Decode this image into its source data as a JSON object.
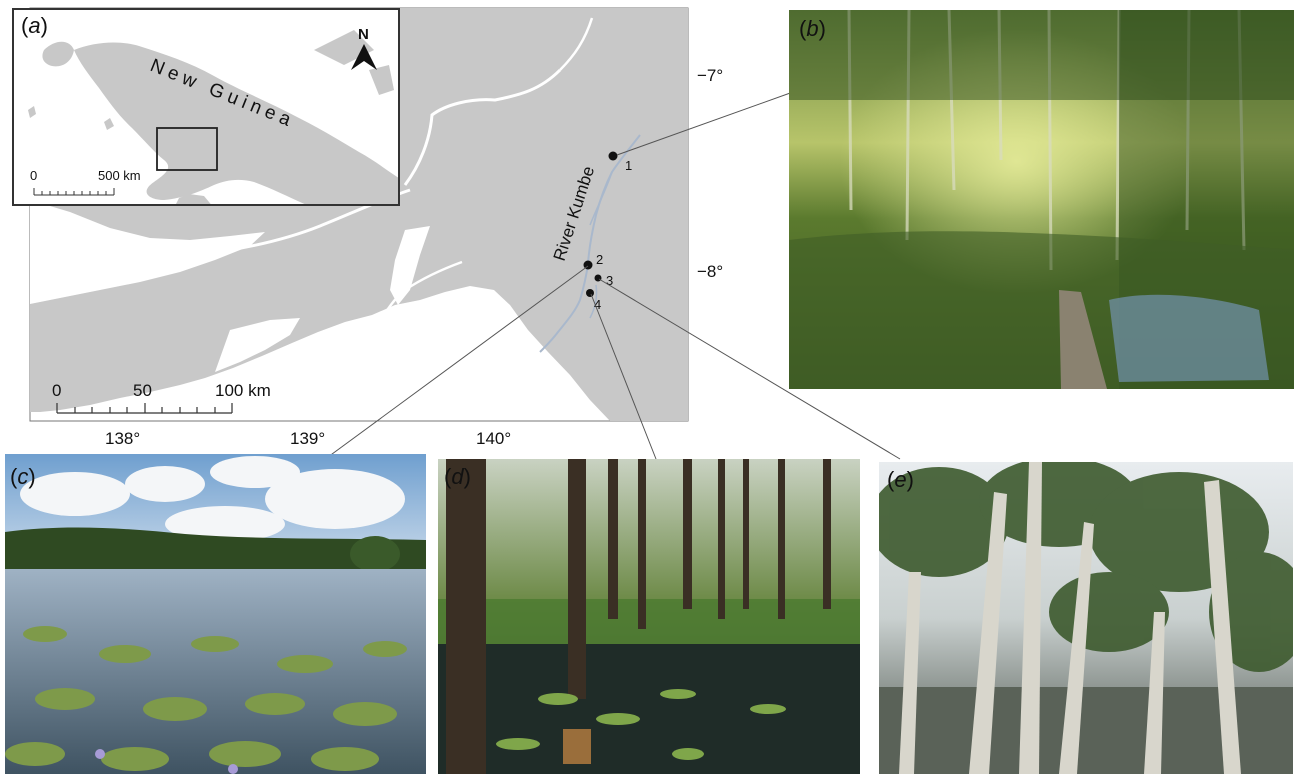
{
  "panels": {
    "a": {
      "label_open": "(",
      "label_letter": "a",
      "label_close": ")"
    },
    "b": {
      "label_open": "(",
      "label_letter": "b",
      "label_close": ")"
    },
    "c": {
      "label_open": "(",
      "label_letter": "c",
      "label_close": ")"
    },
    "d": {
      "label_open": "(",
      "label_letter": "d",
      "label_close": ")"
    },
    "e": {
      "label_open": "(",
      "label_letter": "e",
      "label_close": ")"
    }
  },
  "inset": {
    "region_label": "New Guinea",
    "north_label": "N",
    "scale_start": "0",
    "scale_end": "500 km"
  },
  "main_map": {
    "river_label": "River Kumbe",
    "latitudes": [
      "−7°",
      "−8°"
    ],
    "longitudes": [
      "138°",
      "139°",
      "140°"
    ],
    "scale_labels": [
      "0",
      "50",
      "100 km"
    ],
    "sites": [
      {
        "id": "1",
        "label": "1"
      },
      {
        "id": "2",
        "label": "2"
      },
      {
        "id": "3",
        "label": "3"
      },
      {
        "id": "4",
        "label": "4"
      }
    ],
    "colors": {
      "land": "#c8c8c8",
      "water": "#ffffff",
      "river": "#a9b8cc",
      "site": "#111111"
    }
  }
}
